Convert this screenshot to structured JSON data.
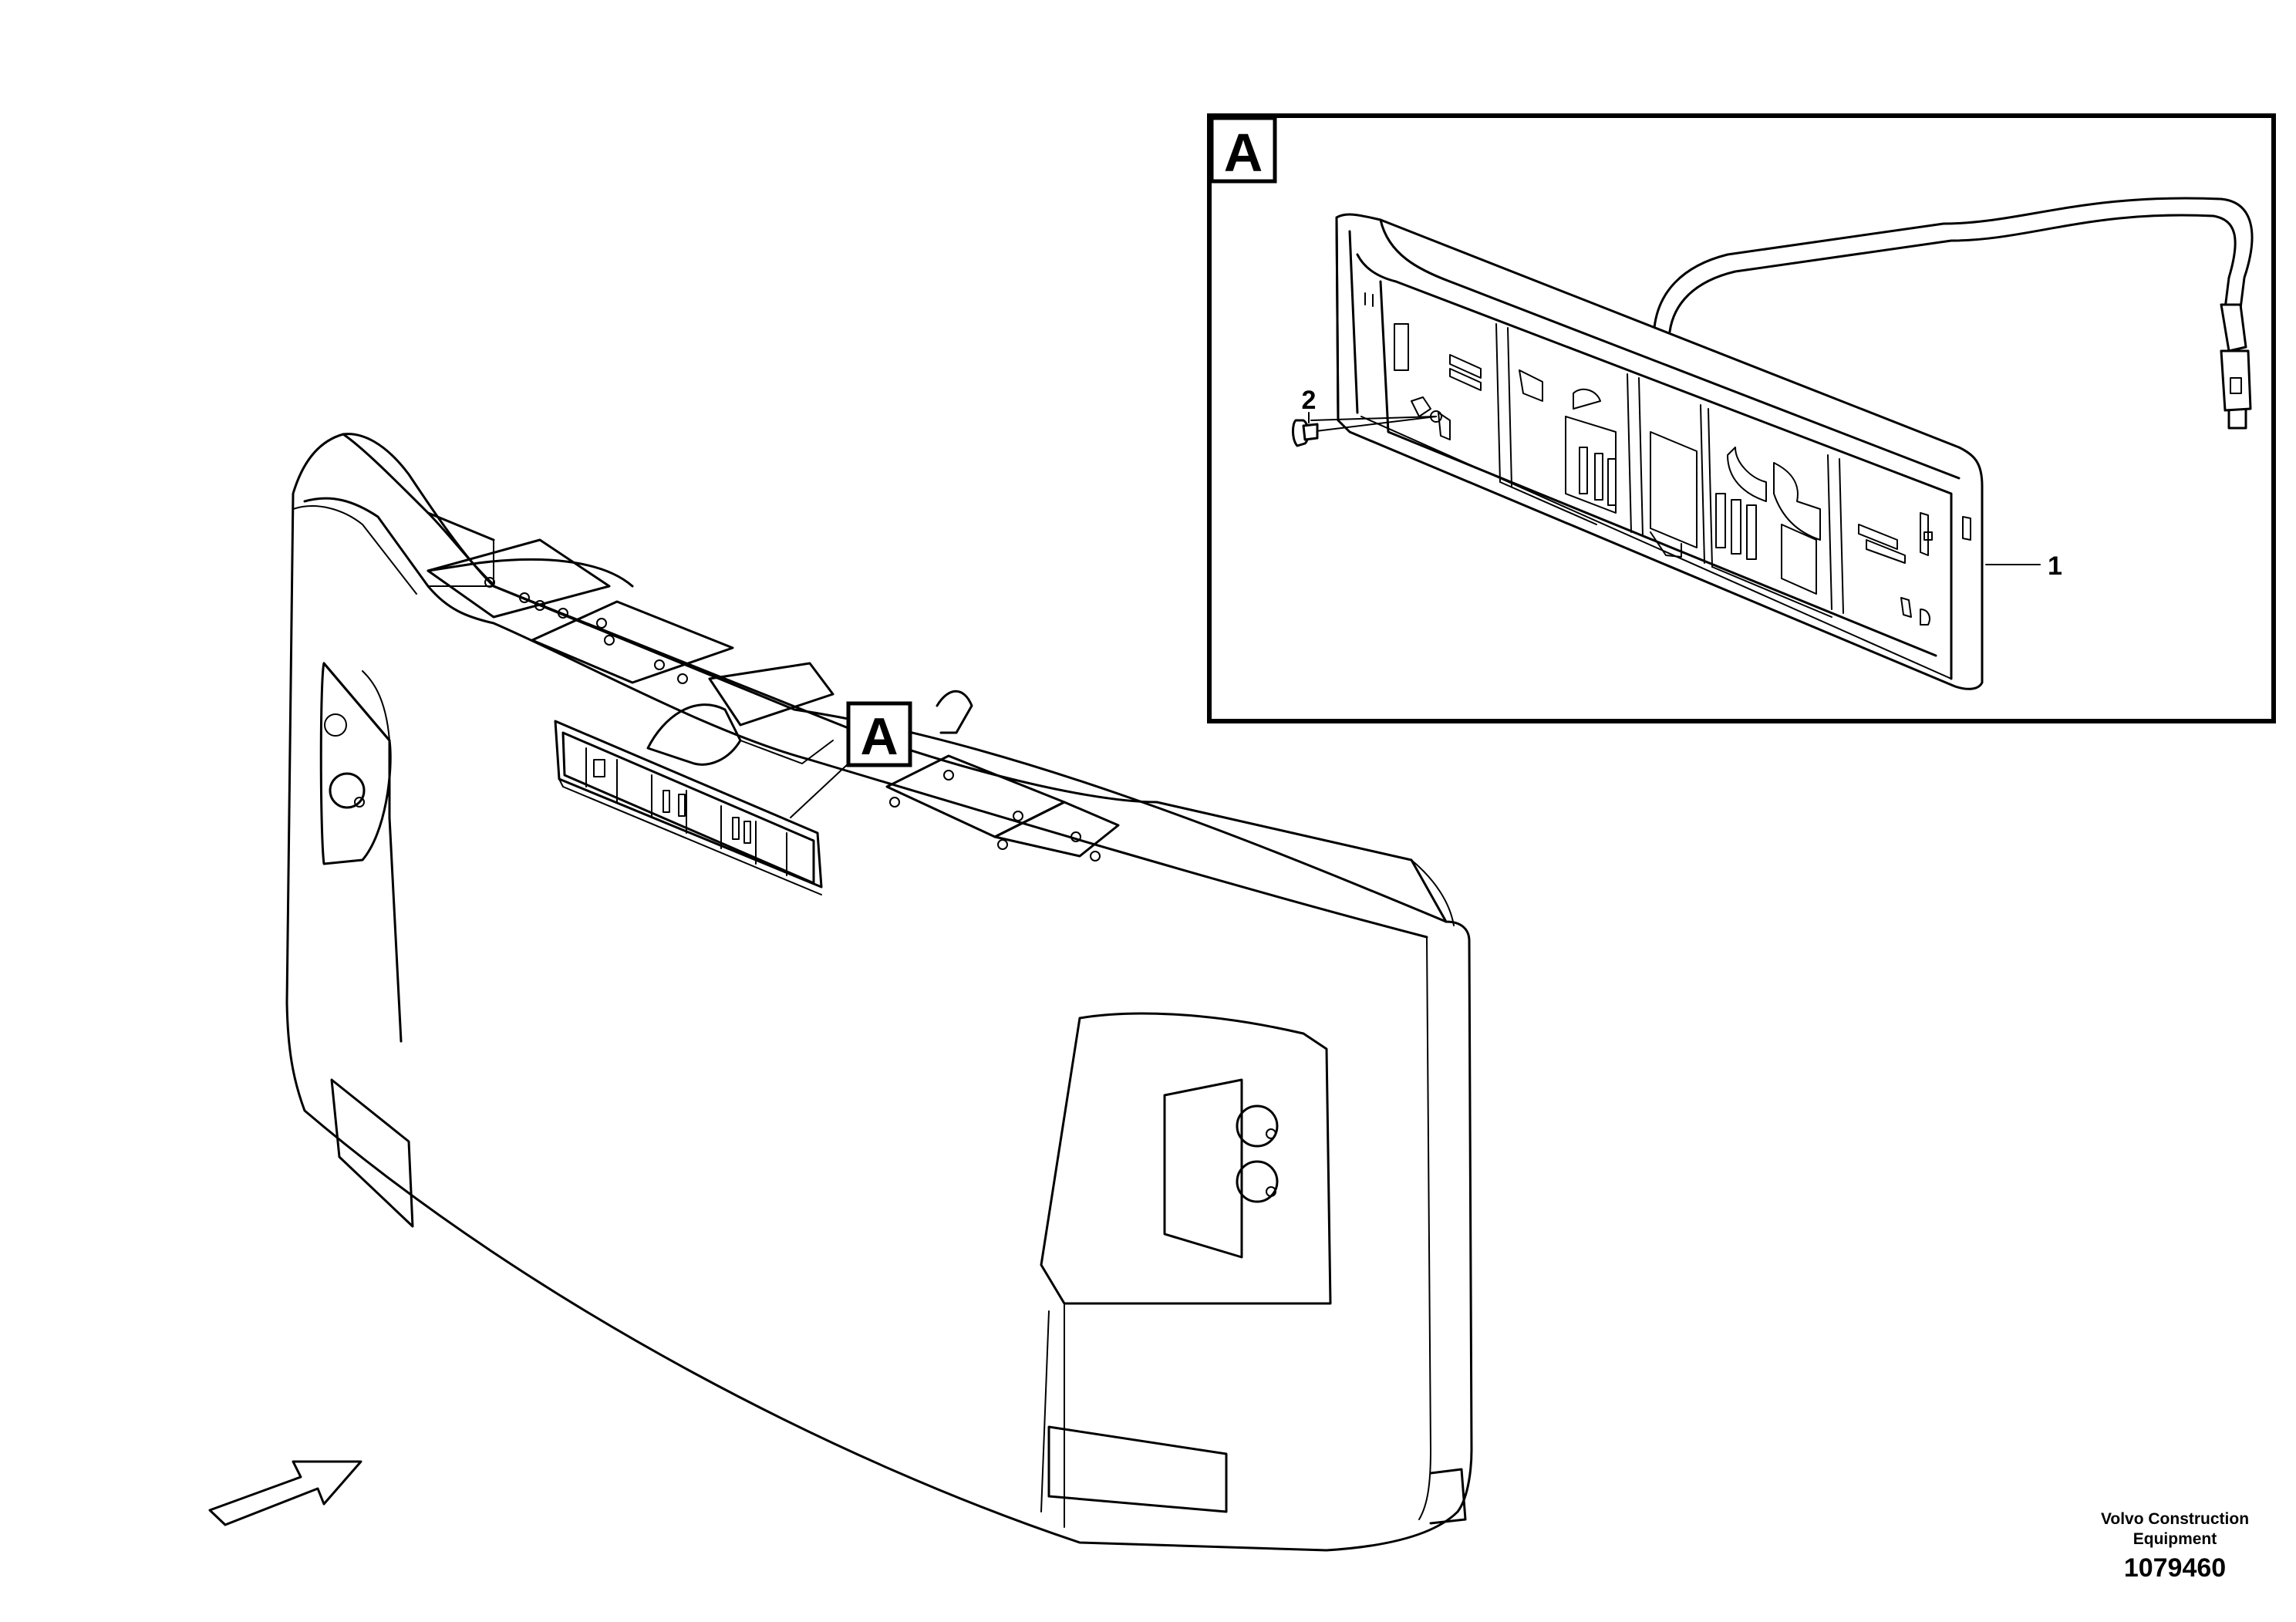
{
  "callouts": {
    "main_view_label": "A",
    "detail_view_label": "A",
    "item_1": "1",
    "item_2": "2"
  },
  "footer": {
    "brand_line_1": "Volvo Construction",
    "brand_line_2": "Equipment",
    "drawing_number": "1079460"
  }
}
